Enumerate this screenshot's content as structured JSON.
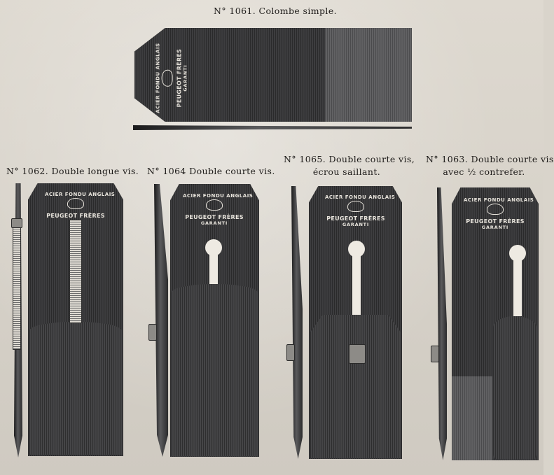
{
  "captions": {
    "c1061": "N° 1061. Colombe simple.",
    "c1062": "N° 1062. Double longue vis.",
    "c1064": "N° 1064 Double courte vis.",
    "c1065_line1": "N° 1065. Double courte vis,",
    "c1065_line2": "écrou saillant.",
    "c1063_line1": "N° 1063. Double courte vis",
    "c1063_line2": "avec ½ contrefer."
  },
  "stamp": {
    "arc": "ACIER FONDU ANGLAIS",
    "maker": "PEUGEOT FRÈRES",
    "warrant": "GARANTI"
  }
}
